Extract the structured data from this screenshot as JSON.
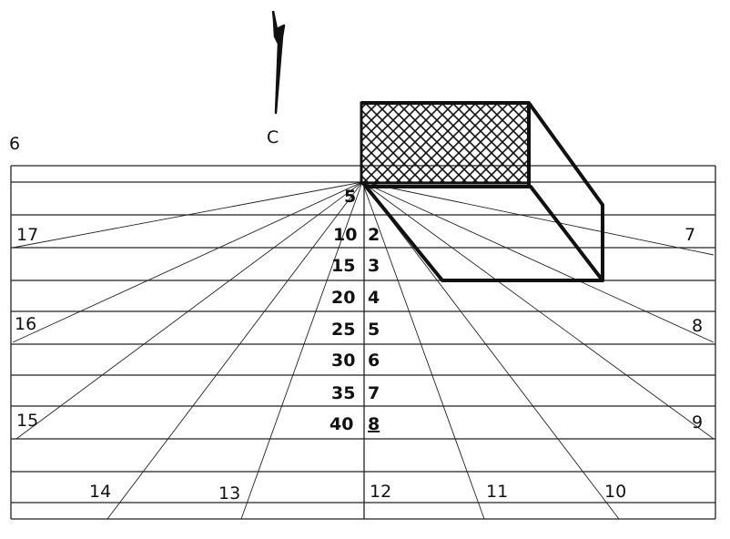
{
  "top_label": "C",
  "corner_label": "6",
  "hour_labels": [
    "17",
    "7",
    "16",
    "8",
    "15",
    "9"
  ],
  "bottom_labels": [
    "14",
    "13",
    "12",
    "11",
    "10"
  ],
  "scale_left": [
    "5",
    "10",
    "15",
    "20",
    "25",
    "30",
    "35",
    "40"
  ],
  "scale_right": [
    "2",
    "3",
    "4",
    "5",
    "6",
    "7",
    "8"
  ],
  "colors": {
    "ink": "#111111",
    "background": "#ffffff"
  }
}
